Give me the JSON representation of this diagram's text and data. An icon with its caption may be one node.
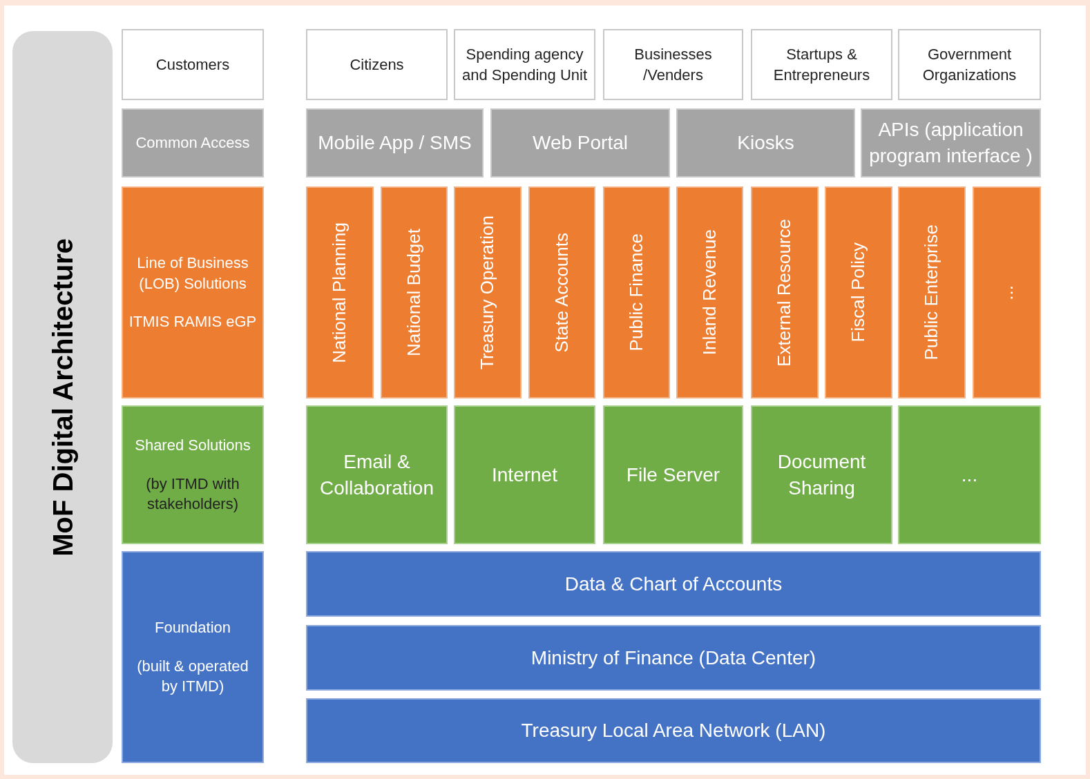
{
  "diagram": {
    "nodes": [
      {
        "text": [
          "MoF Digital Architecture"
        ]
      },
      {
        "text": [
          "Customers"
        ]
      },
      {
        "text": [
          "Citizens"
        ]
      },
      {
        "text": [
          "Spending agency and Spending Unit"
        ]
      },
      {
        "text": [
          "Businesses /Venders"
        ]
      },
      {
        "text": [
          "Startups & Entrepreneurs"
        ]
      },
      {
        "text": [
          "Government Organizations"
        ]
      },
      {
        "text": [
          "Common Access"
        ]
      },
      {
        "text": [
          "Mobile App / SMS"
        ]
      },
      {
        "text": [
          "Web Portal"
        ]
      },
      {
        "text": [
          "Kiosks"
        ]
      },
      {
        "text": [
          "APIs (application program interface )"
        ]
      },
      {
        "text": [
          "Line of Business (LOB) Solutions",
          "ITMIS RAMIS eGP"
        ]
      },
      {
        "text": [
          "National Planning"
        ]
      },
      {
        "text": [
          "National Budget"
        ]
      },
      {
        "text": [
          "Treasury Operation"
        ]
      },
      {
        "text": [
          "State Accounts"
        ]
      },
      {
        "text": [
          "Public Finance"
        ]
      },
      {
        "text": [
          "Inland Revenue"
        ]
      },
      {
        "text": [
          "External Resource"
        ]
      },
      {
        "text": [
          "Fiscal Policy"
        ]
      },
      {
        "text": [
          "Public Enterprise"
        ]
      },
      {
        "text": [
          "..."
        ]
      },
      {
        "text": [
          "Shared Solutions",
          "(by ITMD with stakeholders)"
        ]
      },
      {
        "text": [
          "Email & Collaboration"
        ]
      },
      {
        "text": [
          "Internet"
        ]
      },
      {
        "text": [
          "File Server"
        ]
      },
      {
        "text": [
          "Document Sharing"
        ]
      },
      {
        "text": [
          "..."
        ]
      },
      {
        "text": [
          "Foundation",
          "(built & operated by ITMD)"
        ]
      },
      {
        "text": [
          "Data & Chart of Accounts"
        ]
      },
      {
        "text": [
          "Ministry of Finance (Data Center)"
        ]
      },
      {
        "text": [
          "Treasury Local Area Network (LAN)"
        ]
      }
    ]
  }
}
